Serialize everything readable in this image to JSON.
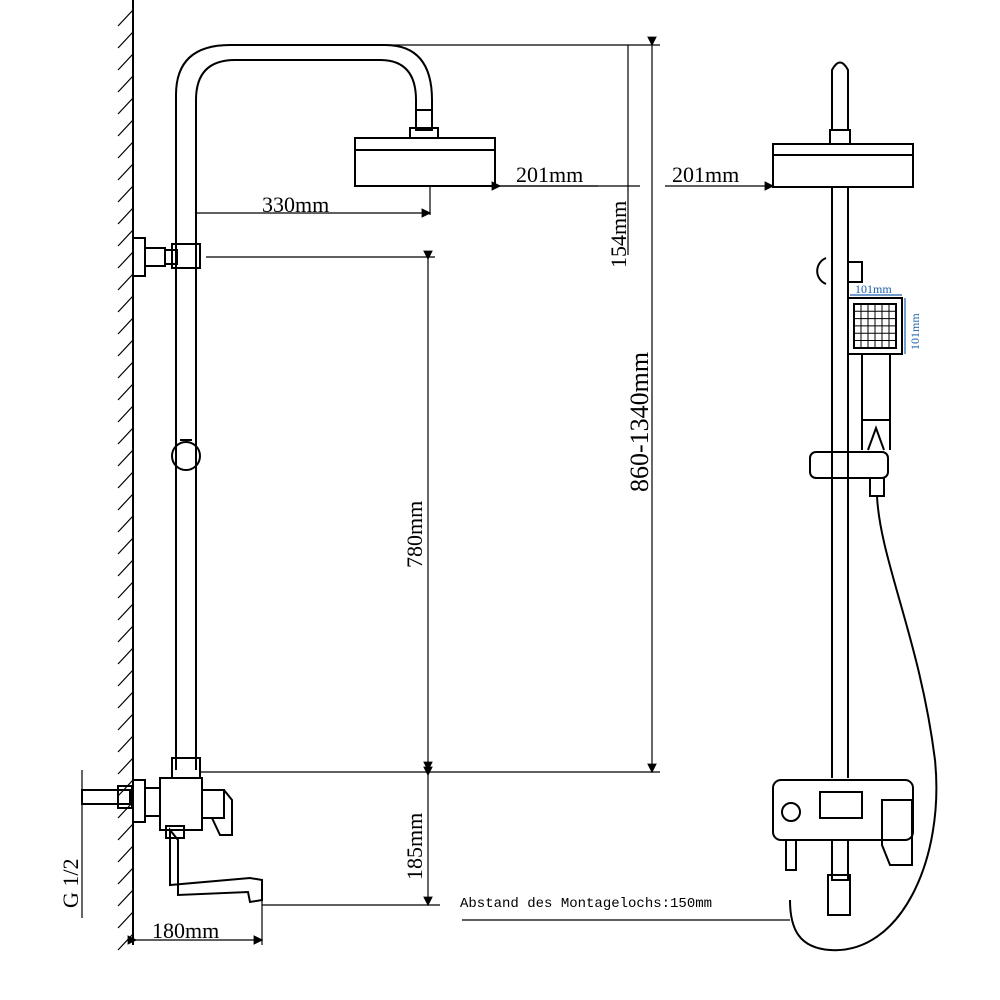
{
  "dimensions": {
    "head_width_side": "201mm",
    "head_width_front": "201mm",
    "arm_reach": "330mm",
    "head_drop": "154mm",
    "height_range": "860-1340mm",
    "bar_length": "780mm",
    "mixer_height": "185mm",
    "spout_reach": "180mm",
    "thread": "G 1/2",
    "hand_shower_w": "101mm",
    "hand_shower_h": "101mm"
  },
  "note": "Abstand des Montagelochs:150mm",
  "colors": {
    "line": "#000000",
    "accent": "#1a5fa8"
  }
}
